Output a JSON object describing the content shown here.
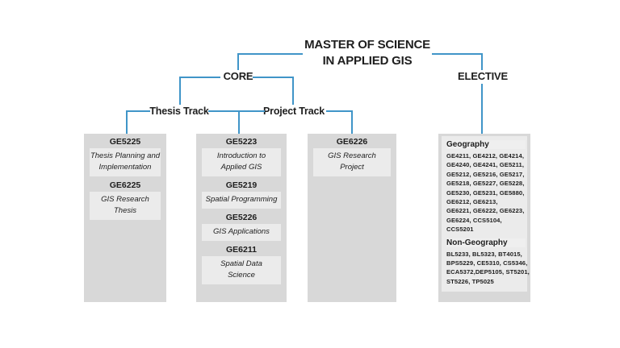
{
  "meta": {
    "line_color": "#4095c8",
    "box_bg": "#d8d8d8",
    "panel_bg": "#ebebeb",
    "panel_light": "#efefef",
    "text_color": "#1e1e1e",
    "background": "#ffffff"
  },
  "title": {
    "line1": "MASTER OF SCIENCE",
    "line2": "IN APPLIED GIS"
  },
  "branches": {
    "core": "CORE",
    "elective": "ELECTIVE"
  },
  "tracks": {
    "thesis": "Thesis Track",
    "project": "Project Track"
  },
  "columns": {
    "thesis_track": {
      "items": [
        {
          "code": "GE5225",
          "name": "Thesis Planning and\nImplementation"
        },
        {
          "code": "GE6225",
          "name": "GIS Research\nThesis"
        }
      ]
    },
    "core_common": {
      "items": [
        {
          "code": "GE5223",
          "name": "Introduction to\nApplied GIS"
        },
        {
          "code": "GE5219",
          "name": "Spatial Programming"
        },
        {
          "code": "GE5226",
          "name": "GIS Applications"
        },
        {
          "code": "GE6211",
          "name": "Spatial Data\nScience"
        }
      ]
    },
    "project_track": {
      "items": [
        {
          "code": "GE6226",
          "name": "GIS Research\nProject"
        }
      ]
    },
    "elective": {
      "geography_header": "Geography",
      "geography_courses": [
        "GE4211, GE4212, GE4214,",
        "GE4240, GE4241, GE5211,",
        "GE5212, GE5216, GE5217,",
        "GE5218, GE5227, GE5228,",
        "GE5230, GE5231, GE5880,",
        "GE6212, GE6213,",
        "GE6221, GE6222, GE6223,",
        "GE6224, CCS5104,",
        "CCS5201"
      ],
      "non_geography_header": "Non-Geography",
      "non_geography_courses": [
        "BL5233, BL5323, BT4015,",
        "BPS5229, CE5310, CS5346,",
        "ECA5372,DEP5105, ST5201,",
        "ST5226, TP5025"
      ]
    }
  }
}
